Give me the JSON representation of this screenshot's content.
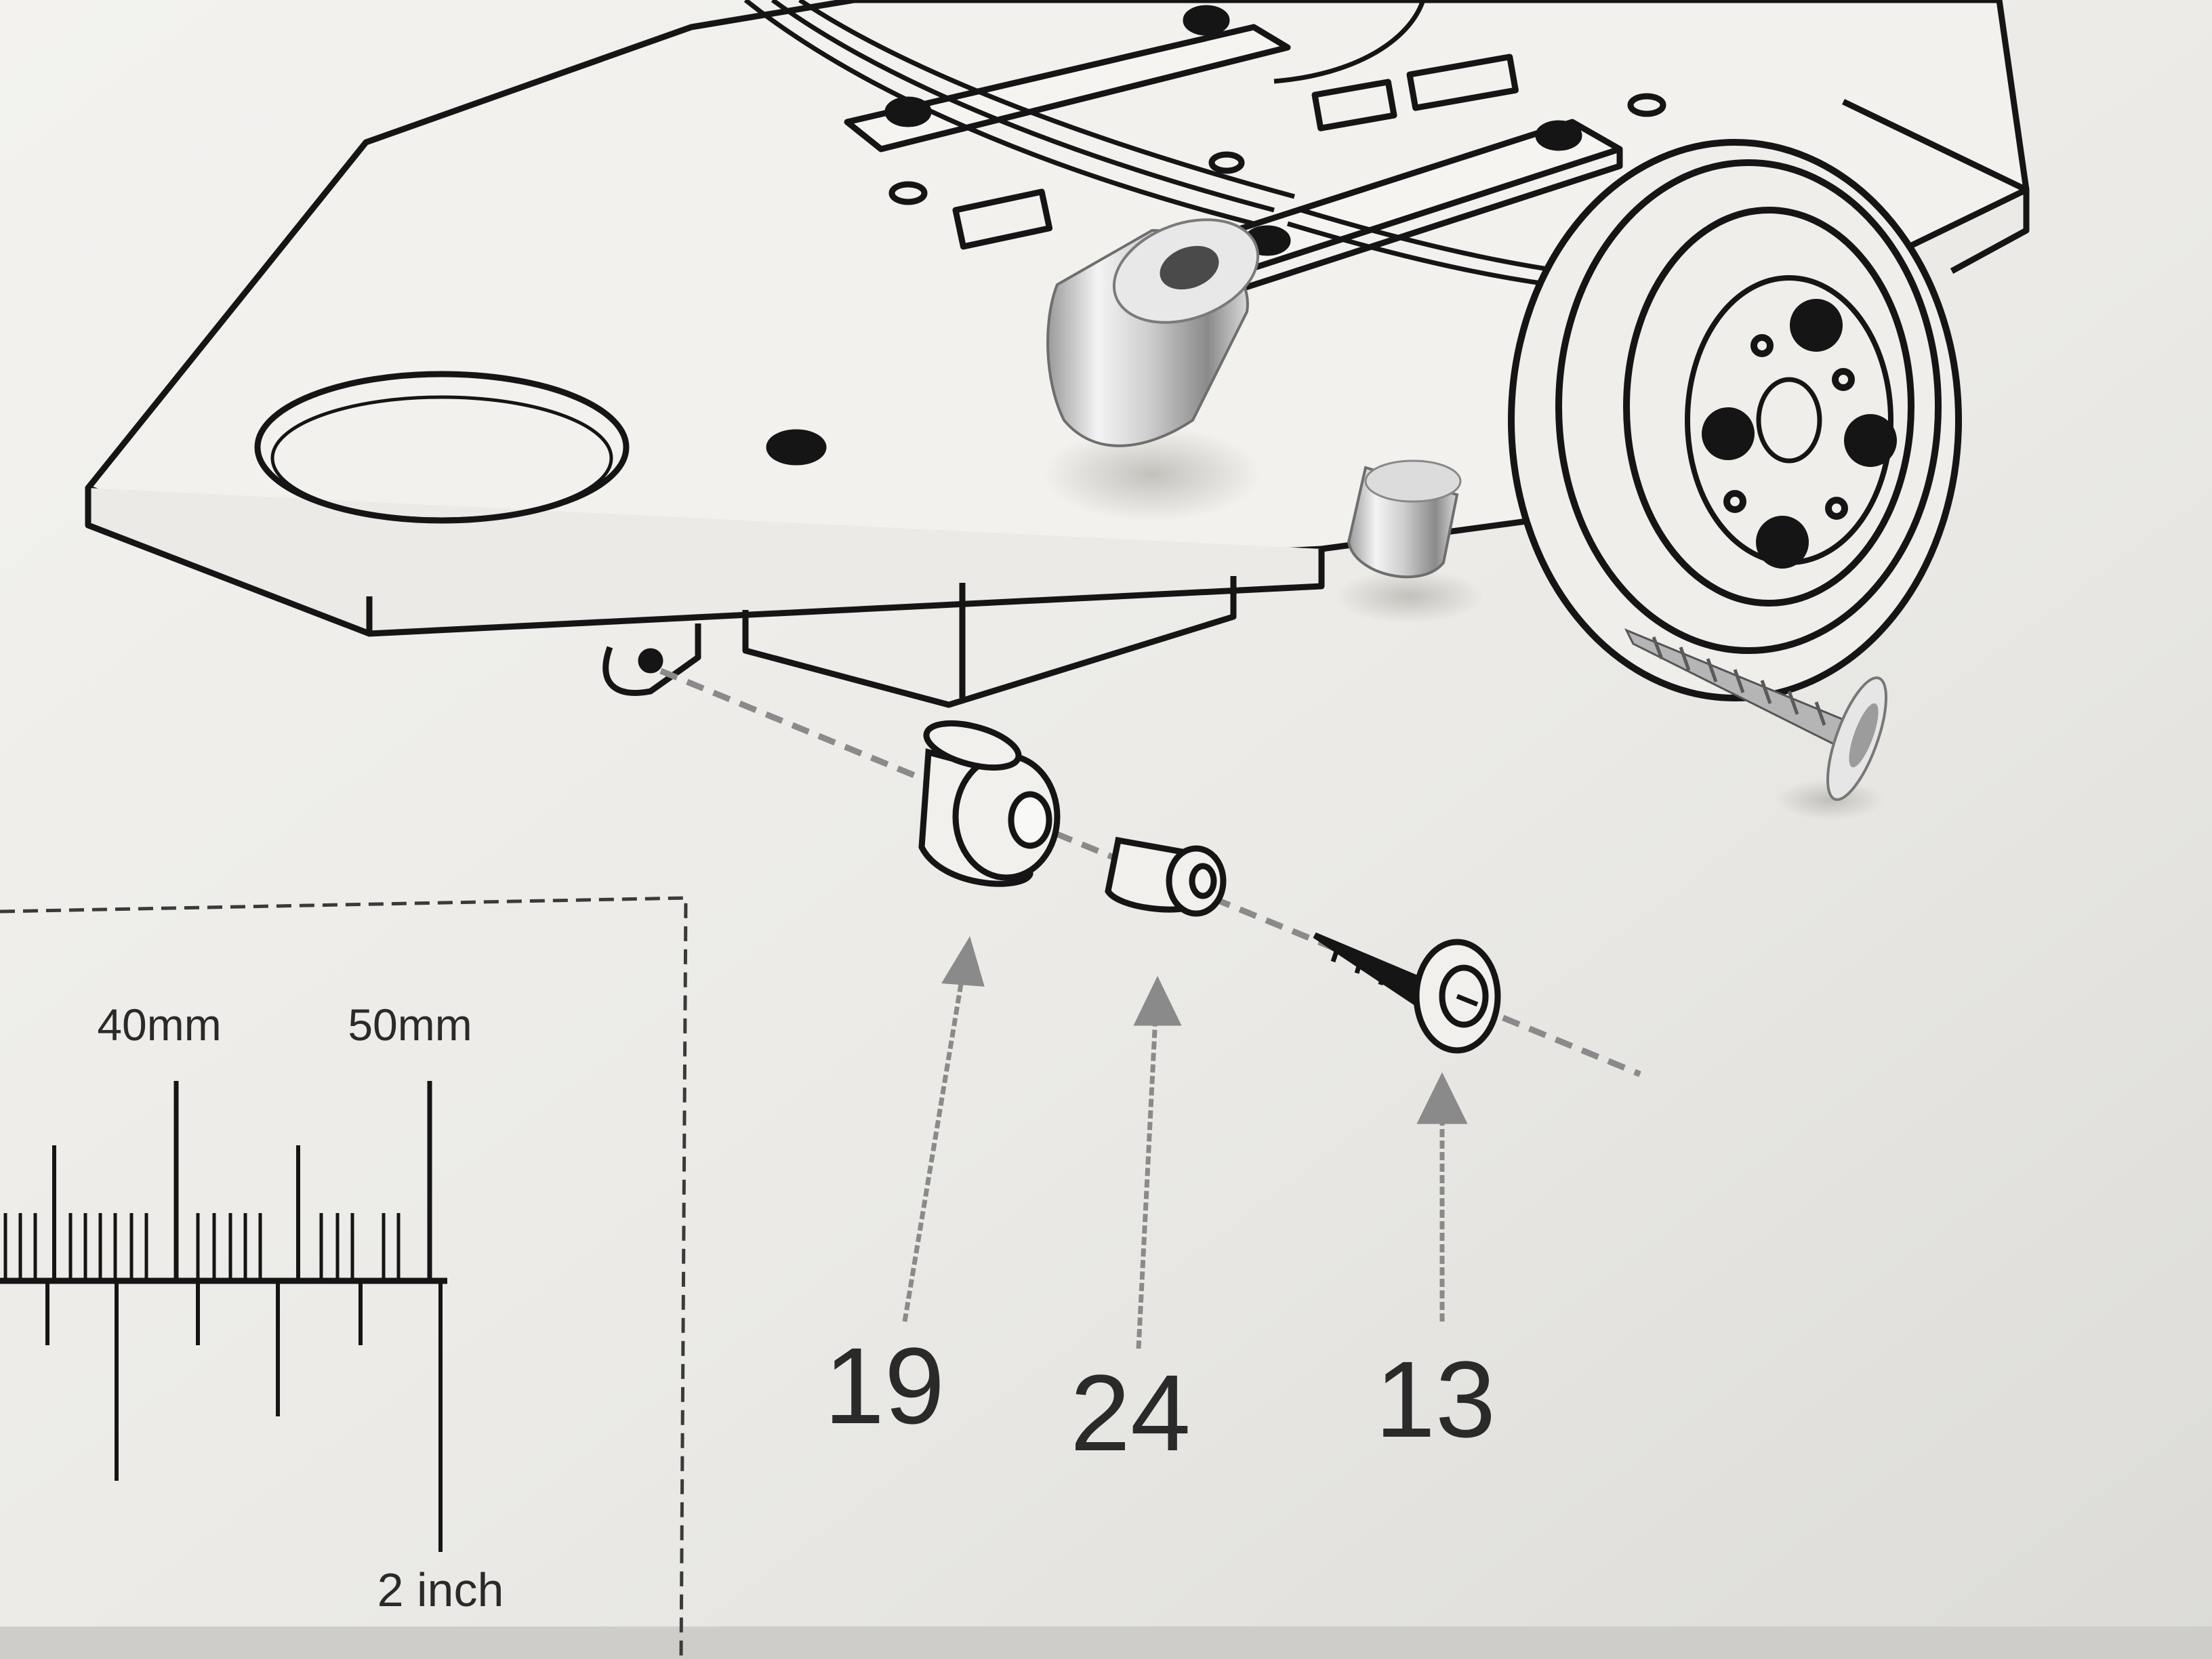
{
  "ruler": {
    "mm_label_40": "40mm",
    "mm_label_50": "50mm",
    "inch_label": "2 inch"
  },
  "callouts": [
    {
      "part_number": "19"
    },
    {
      "part_number": "24"
    },
    {
      "part_number": "13"
    }
  ],
  "colors": {
    "paper": "#ecebe8",
    "ink": "#151515",
    "dash": "#8a8a8a",
    "metal_light": "#f2f2f2",
    "metal_dark": "#7b7b7b"
  }
}
